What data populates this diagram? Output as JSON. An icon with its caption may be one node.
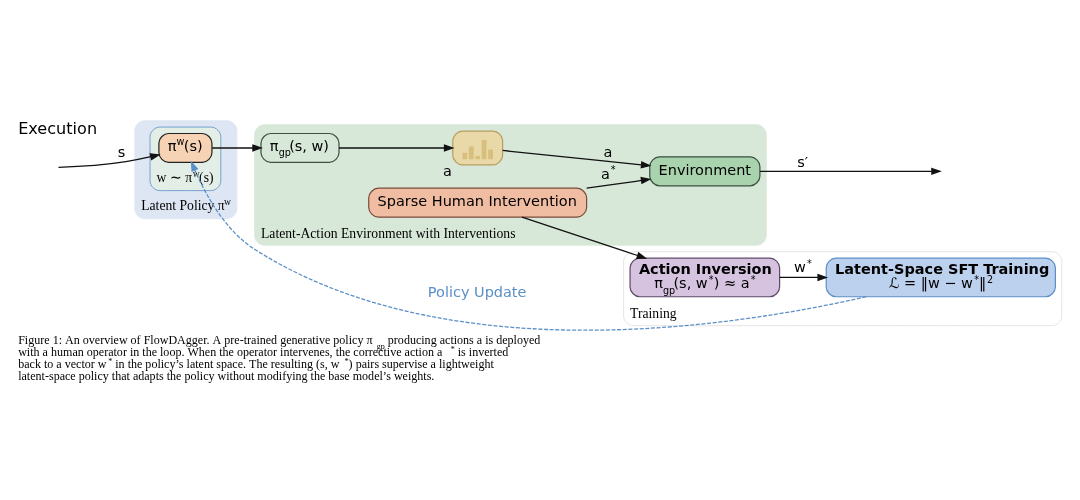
{
  "diagram": {
    "caption": "Figure 1: An overview of FlowDAgger. A pre-trained generative policy π$_{gp}$ producing actions a is deployed with a human operator in the loop. When the operator intervenes, the corrective action a$^{*}$ is inverted back to a vector w$^{*}$ in the policy’s latent space. The resulting (s, w$^{*}$) pairs supervise a lightweight latent-space policy that adapts the policy without modifying the base model’s weights.",
    "nodes": [
      {
        "text": [
          "Latent Policy π$^{w}$"
        ]
      },
      {
        "text": [
          "w ∼ π$^{w}$(s)"
        ],
        "in": 0
      },
      {
        "text": [
          "π$^{w}$(s)"
        ],
        "in": 1
      },
      {
        "text": [
          "Latent-Action Environment with Interventions"
        ]
      },
      {
        "text": [
          "π$_{gp}$(s, w)"
        ],
        "in": 3
      },
      {
        "text": [],
        "shape": "picture",
        "beside": [
          "a"
        ],
        "in": 3
      },
      {
        "text": [
          "Sparse Human Intervention"
        ],
        "in": 3
      },
      {
        "text": [
          "Environment"
        ],
        "in": 3
      },
      {
        "text": [
          "Training"
        ]
      },
      {
        "text": [
          "Latent-Space SFT Training",
          "ℒ = ‖w − w$^{*}$‖$^{2}$"
        ],
        "in": 8
      },
      {
        "text": [
          "Action Inversion",
          "π$_{gp}$(s, w$^{*}$) ≈ a$^{*}$"
        ],
        "in": 8
      }
    ],
    "edges": [
      {
        "from": null,
        "to": 2,
        "arrow": "to",
        "label": "s"
      },
      {
        "from": 2,
        "to": 4,
        "arrow": "to"
      },
      {
        "from": 4,
        "to": 5,
        "arrow": "to"
      },
      {
        "from": 5,
        "to": 7,
        "arrow": "to",
        "label": "a"
      },
      {
        "from": 6,
        "to": 7,
        "arrow": "to",
        "label": "a$^{*}$"
      },
      {
        "from": 6,
        "to": 10,
        "arrow": "to"
      },
      {
        "from": 7,
        "to": null,
        "arrow": "to",
        "label": "s′"
      },
      {
        "from": 10,
        "to": 9,
        "arrow": "to",
        "label": "w$^{*}$"
      },
      {
        "from": 9,
        "to": 2,
        "arrow": "to",
        "label": "Policy Update",
        "style": "dashed",
        "color": "#5b8fc7"
      }
    ],
    "labels": [
      "Execution"
    ]
  }
}
